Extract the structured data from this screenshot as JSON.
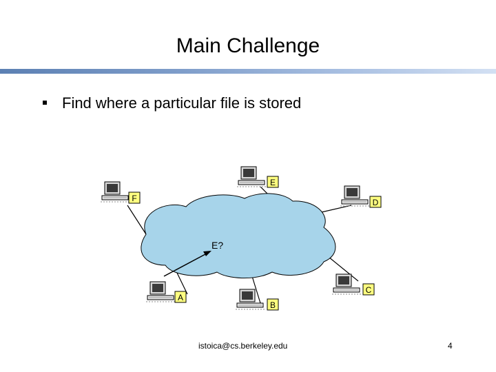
{
  "slide": {
    "title": "Main Challenge",
    "bullets": [
      "Find where a particular file is stored"
    ],
    "footer_email": "istoica@cs.berkeley.edu",
    "page_number": "4"
  },
  "diagram": {
    "query_label": "E?",
    "nodes": [
      "E",
      "F",
      "D",
      "A",
      "B",
      "C"
    ],
    "colors": {
      "cloud_fill": "#a7d4ea",
      "label_fill": "#ffff80",
      "rule_gradient": [
        "#5c80b3",
        "#d3e0f3"
      ]
    },
    "icons": [
      "computer-icon",
      "network-cloud-icon",
      "arrow-icon"
    ]
  }
}
